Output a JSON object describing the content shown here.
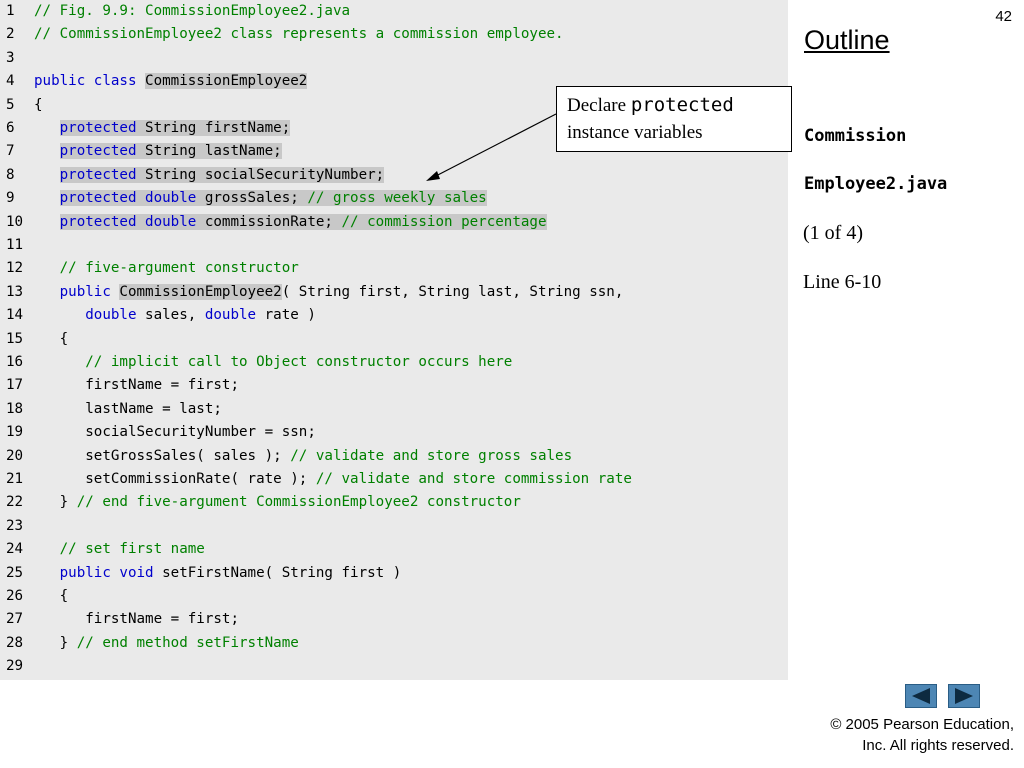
{
  "slide_number": "42",
  "outline": {
    "title": "Outline",
    "filename_part1": "Commission",
    "filename_part2": "Employee2.java",
    "page": "(1 of 4)",
    "lines_ref": "Line 6-10"
  },
  "callout": {
    "text_prefix": "Declare ",
    "keyword": "protected",
    "text_line2": "instance variables"
  },
  "copyright": {
    "line1": "© 2005 Pearson Education,",
    "line2": "Inc.  All rights reserved."
  },
  "nav": {
    "prev_icon": "triangle-left-icon",
    "next_icon": "triangle-right-icon"
  },
  "code_lines": [
    {
      "n": "1",
      "segs": [
        {
          "t": "// Fig. 9.9: CommissionEmployee2.java",
          "c": "cm"
        }
      ]
    },
    {
      "n": "2",
      "segs": [
        {
          "t": "// CommissionEmployee2 class represents a commission employee.",
          "c": "cm"
        }
      ]
    },
    {
      "n": "3",
      "segs": []
    },
    {
      "n": "4",
      "segs": [
        {
          "t": "public class ",
          "c": "kw"
        },
        {
          "t": "CommissionEmployee2",
          "c": "tx",
          "h": true
        }
      ]
    },
    {
      "n": "5",
      "segs": [
        {
          "t": "{",
          "c": "tx"
        }
      ]
    },
    {
      "n": "6",
      "segs": [
        {
          "t": "   ",
          "c": "tx"
        },
        {
          "t": "protected",
          "c": "kw",
          "h": true
        },
        {
          "t": " String firstName;",
          "c": "tx",
          "h": true
        }
      ]
    },
    {
      "n": "7",
      "segs": [
        {
          "t": "   ",
          "c": "tx"
        },
        {
          "t": "protected",
          "c": "kw",
          "h": true
        },
        {
          "t": " String lastName;",
          "c": "tx",
          "h": true
        }
      ]
    },
    {
      "n": "8",
      "segs": [
        {
          "t": "   ",
          "c": "tx"
        },
        {
          "t": "protected",
          "c": "kw",
          "h": true
        },
        {
          "t": " String socialSecurityNumber;",
          "c": "tx",
          "h": true
        }
      ]
    },
    {
      "n": "9",
      "segs": [
        {
          "t": "   ",
          "c": "tx"
        },
        {
          "t": "protected double",
          "c": "kw",
          "h": true
        },
        {
          "t": " grossSales; ",
          "c": "tx",
          "h": true
        },
        {
          "t": "// gross weekly sales",
          "c": "cm",
          "h": true
        }
      ]
    },
    {
      "n": "10",
      "segs": [
        {
          "t": "   ",
          "c": "tx"
        },
        {
          "t": "protected double",
          "c": "kw",
          "h": true
        },
        {
          "t": " commissionRate; ",
          "c": "tx",
          "h": true
        },
        {
          "t": "// commission percentage",
          "c": "cm",
          "h": true
        }
      ]
    },
    {
      "n": "11",
      "segs": []
    },
    {
      "n": "12",
      "segs": [
        {
          "t": "   ",
          "c": "tx"
        },
        {
          "t": "// five-argument constructor",
          "c": "cm"
        }
      ]
    },
    {
      "n": "13",
      "segs": [
        {
          "t": "   ",
          "c": "tx"
        },
        {
          "t": "public ",
          "c": "kw"
        },
        {
          "t": "CommissionEmployee2",
          "c": "tx",
          "h": true
        },
        {
          "t": "( String first, String last, String ssn,",
          "c": "tx"
        }
      ]
    },
    {
      "n": "14",
      "segs": [
        {
          "t": "      ",
          "c": "tx"
        },
        {
          "t": "double",
          "c": "kw"
        },
        {
          "t": " sales, ",
          "c": "tx"
        },
        {
          "t": "double",
          "c": "kw"
        },
        {
          "t": " rate )",
          "c": "tx"
        }
      ]
    },
    {
      "n": "15",
      "segs": [
        {
          "t": "   {",
          "c": "tx"
        }
      ]
    },
    {
      "n": "16",
      "segs": [
        {
          "t": "      ",
          "c": "tx"
        },
        {
          "t": "// implicit call to Object constructor occurs here",
          "c": "cm"
        }
      ]
    },
    {
      "n": "17",
      "segs": [
        {
          "t": "      firstName = first;",
          "c": "tx"
        }
      ]
    },
    {
      "n": "18",
      "segs": [
        {
          "t": "      lastName = last;",
          "c": "tx"
        }
      ]
    },
    {
      "n": "19",
      "segs": [
        {
          "t": "      socialSecurityNumber = ssn;",
          "c": "tx"
        }
      ]
    },
    {
      "n": "20",
      "segs": [
        {
          "t": "      setGrossSales( sales ); ",
          "c": "tx"
        },
        {
          "t": "// validate and store gross sales",
          "c": "cm"
        }
      ]
    },
    {
      "n": "21",
      "segs": [
        {
          "t": "      setCommissionRate( rate ); ",
          "c": "tx"
        },
        {
          "t": "// validate and store commission rate",
          "c": "cm"
        }
      ]
    },
    {
      "n": "22",
      "segs": [
        {
          "t": "   } ",
          "c": "tx"
        },
        {
          "t": "// end five-argument CommissionEmployee2 constructor",
          "c": "cm"
        }
      ]
    },
    {
      "n": "23",
      "segs": []
    },
    {
      "n": "24",
      "segs": [
        {
          "t": "   ",
          "c": "tx"
        },
        {
          "t": "// set first name",
          "c": "cm"
        }
      ]
    },
    {
      "n": "25",
      "segs": [
        {
          "t": "   ",
          "c": "tx"
        },
        {
          "t": "public void",
          "c": "kw"
        },
        {
          "t": " setFirstName( String first )",
          "c": "tx"
        }
      ]
    },
    {
      "n": "26",
      "segs": [
        {
          "t": "   {",
          "c": "tx"
        }
      ]
    },
    {
      "n": "27",
      "segs": [
        {
          "t": "      firstName = first;",
          "c": "tx"
        }
      ]
    },
    {
      "n": "28",
      "segs": [
        {
          "t": "   } ",
          "c": "tx"
        },
        {
          "t": "// end method setFirstName",
          "c": "cm"
        }
      ]
    },
    {
      "n": "29",
      "segs": []
    }
  ]
}
